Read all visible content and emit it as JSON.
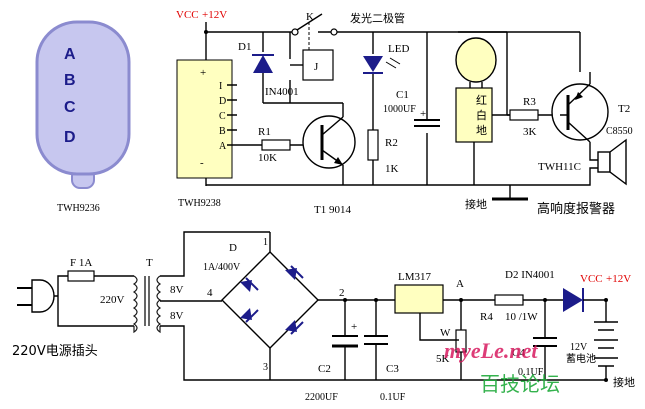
{
  "chip": {
    "letters": [
      "A",
      "B",
      "C",
      "D"
    ],
    "caption": "TWH9236"
  },
  "module": {
    "plus": "+",
    "minus": "-",
    "pins": [
      "I",
      "D",
      "C",
      "B",
      "A"
    ],
    "caption": "TWH9238"
  },
  "alarm_circuit": {
    "vcc_label": "VCC",
    "vcc_value": "+12V",
    "switch": "K",
    "led_cn": "发光二极管",
    "led": "LED",
    "d1": "D1",
    "d1_part": "IN4001",
    "relay": "J",
    "c1": "C1",
    "c1_value": "1000UF",
    "c1_plus": "+",
    "r1": "R1",
    "r1_value": "10K",
    "r2": "R2",
    "r2_value": "1K",
    "t1": "T1  9014",
    "ground": "接地",
    "title": "高响度报警器",
    "r3": "R3",
    "r3_value": "3K",
    "t2": "T2",
    "t2_part": "C8550",
    "bulb_cn": [
      "红",
      "白",
      "地"
    ],
    "speaker_part": "TWH11C"
  },
  "power_supply": {
    "fuse_label": "F 1A",
    "transformer": "T",
    "v_in": "220V",
    "v_out1": "8V",
    "v_out2": "8V",
    "plug_label": "220V电源插头",
    "bridge": "D",
    "bridge_rating": "1A/400V",
    "node1": "1",
    "node2": "2",
    "node3": "3",
    "node4": "4",
    "regulator": "LM317",
    "node_a": "A",
    "pot": "W",
    "pot_value": "5K",
    "r4": "R4",
    "r4_value": "10 /1W",
    "d2": "D2  IN4001",
    "vcc_label": "VCC",
    "vcc_value": "+12V",
    "c2": "C2",
    "c2_value": "2200UF",
    "c2_plus": "+",
    "c3": "C3",
    "c3_value": "0.1UF",
    "c4": "C4",
    "c4_value": "0.1UF",
    "battery": "12V",
    "battery_cn": "蓄电池",
    "ground": "接地"
  },
  "watermark": {
    "site": "myeLe.net",
    "forum": "百技论坛"
  },
  "colors": {
    "chip_fill": "#c7c7ef",
    "chip_stroke": "#8b8bcf",
    "module_fill": "#ffffc0",
    "bulb_fill": "#ffffc0",
    "component_blue": "#1c1c8a",
    "vcc_red": "#e00000"
  }
}
